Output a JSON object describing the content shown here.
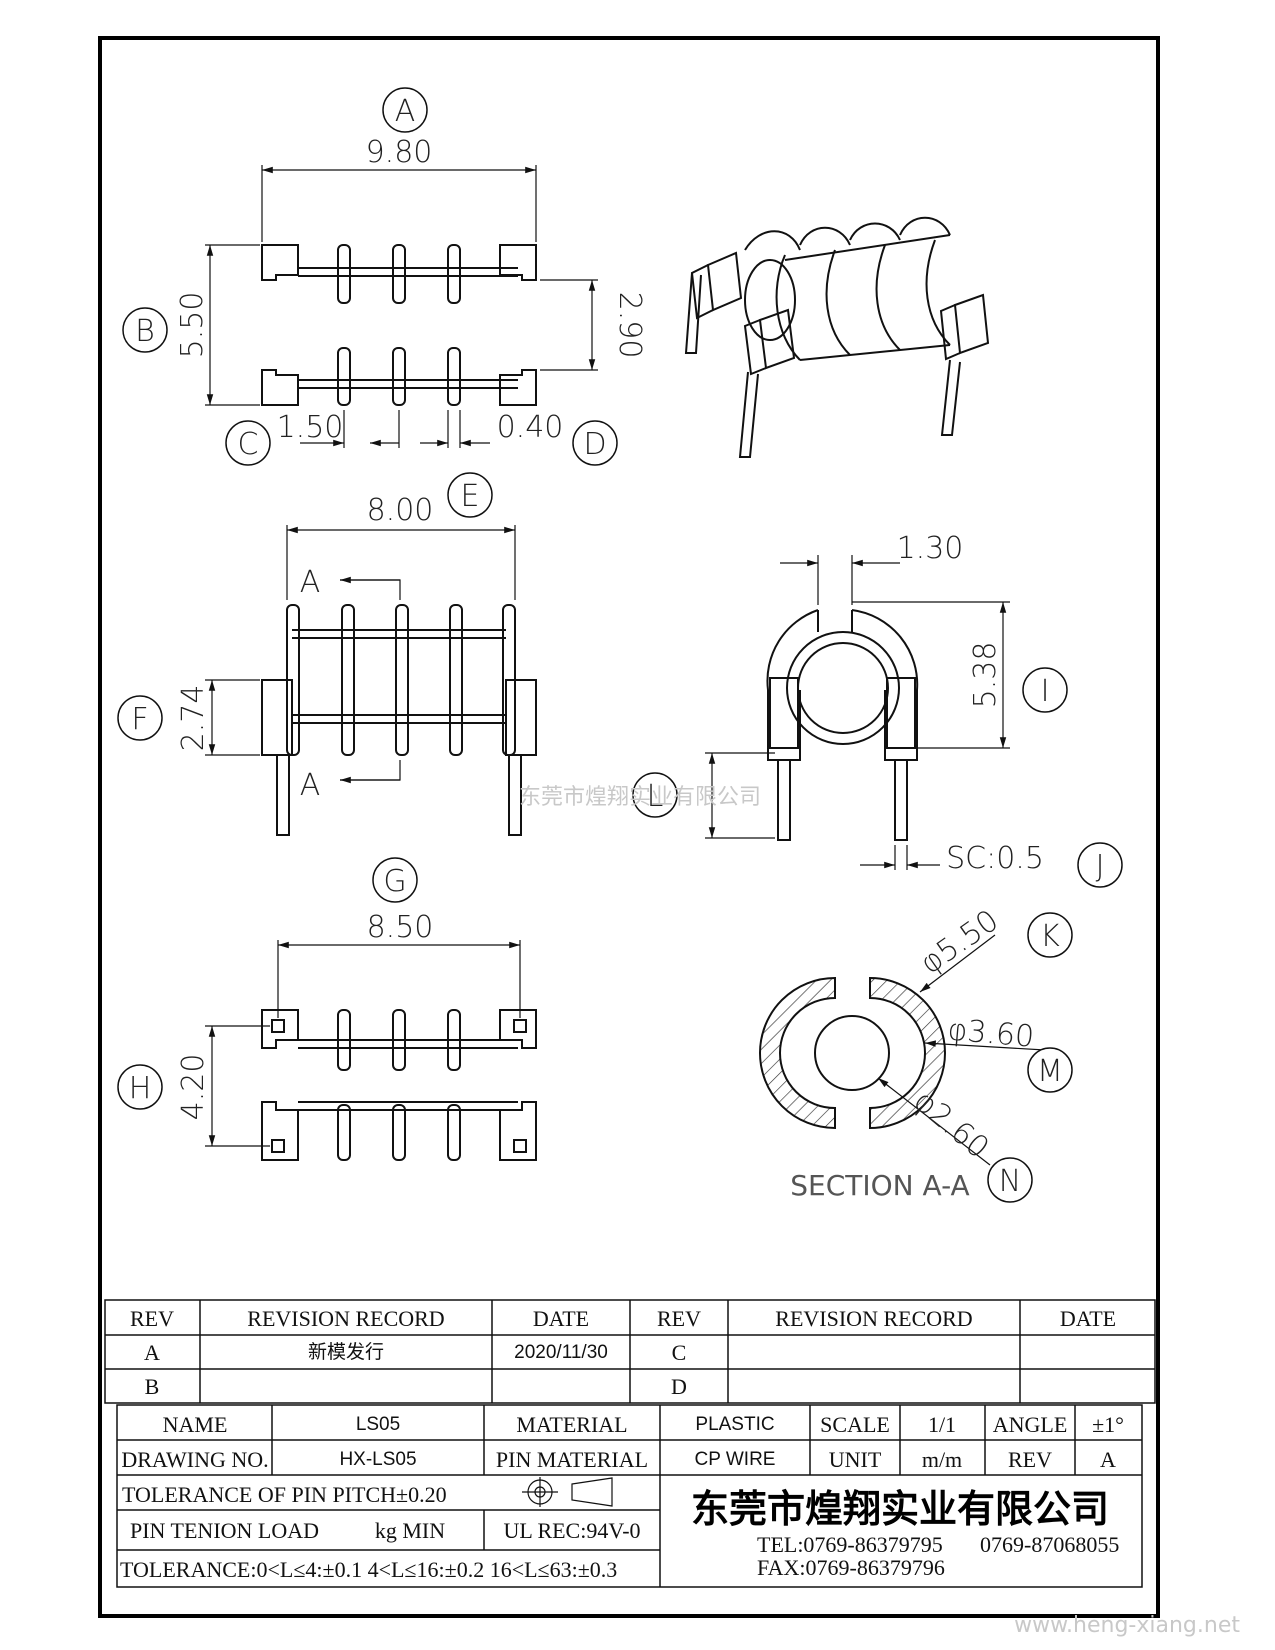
{
  "callouts": {
    "A": "A",
    "B": "B",
    "C": "C",
    "D": "D",
    "E": "E",
    "F": "F",
    "G": "G",
    "H": "H",
    "I": "I",
    "J": "J",
    "K": "K",
    "L": "L",
    "M": "M",
    "N": "N"
  },
  "dimensions": {
    "top_width": "9.80",
    "top_height": "5.50",
    "top_inner": "2.90",
    "pitch": "1.50",
    "flange": "0.40",
    "side_width": "8.00",
    "side_height": "2.74",
    "end_gap": "1.30",
    "end_height": "5.38",
    "pin_sc": "SC:0.5",
    "bottom_width": "8.50",
    "bottom_height": "4.20",
    "dia_outer": "φ5.50",
    "dia_mid": "φ3.60",
    "dia_inner": "φ2.60"
  },
  "section_marks": {
    "top": "A",
    "bottom": "A"
  },
  "section_label": "SECTION A-A",
  "watermark_center": "东莞市煌翔实业有限公司",
  "watermark_corner": "www.heng-xiang.net",
  "revision_table": {
    "headers": [
      "REV",
      "REVISION RECORD",
      "DATE",
      "REV",
      "REVISION RECORD",
      "DATE"
    ],
    "rows": [
      [
        "A",
        "新模发行",
        "2020/11/30",
        "C",
        "",
        ""
      ],
      [
        "B",
        "",
        "",
        "D",
        "",
        ""
      ]
    ]
  },
  "title_block": {
    "name_label": "NAME",
    "name_value": "LS05",
    "material_label": "MATERIAL",
    "material_value": "PLASTIC",
    "scale_label": "SCALE",
    "scale_value": "1/1",
    "angle_label": "ANGLE",
    "angle_value": "±1°",
    "drawing_no_label": "DRAWING NO.",
    "drawing_no_value": "HX-LS05",
    "pin_material_label": "PIN MATERIAL",
    "pin_material_value": "CP WIRE",
    "unit_label": "UNIT",
    "unit_value": "m/m",
    "rev_label": "REV",
    "rev_value": "A",
    "tolerance_pitch": "TOLERANCE OF PIN PITCH±0.20",
    "pin_tension_label": "PIN TENION LOAD",
    "pin_tension_unit": "kg MIN",
    "ul_rec": "UL REC:94V-0",
    "tolerance_ranges": "TOLERANCE:0<L≤4:±0.1  4<L≤16:±0.2  16<L≤63:±0.3",
    "company": "东莞市煌翔实业有限公司",
    "tel": "TEL:0769-86379795",
    "tel2": "0769-87068055",
    "fax": "FAX:0769-86379796"
  }
}
